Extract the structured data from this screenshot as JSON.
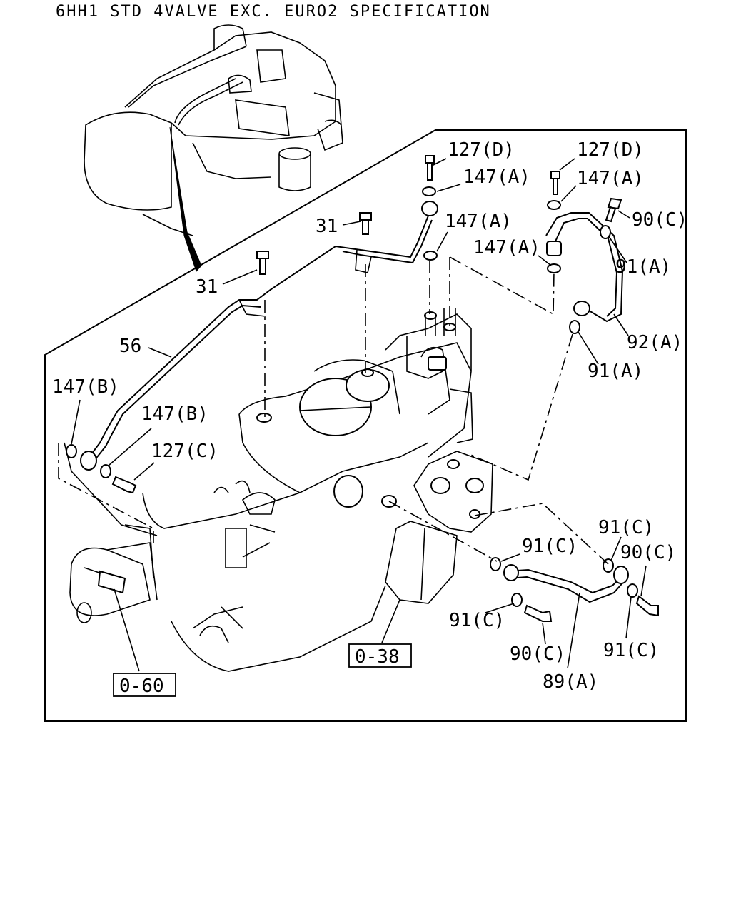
{
  "title": "6HH1 STD 4VALVE EXC. EURO2 SPECIFICATION",
  "callouts": [
    {
      "id": "c1",
      "text": "127(D)"
    },
    {
      "id": "c2",
      "text": "147(A)"
    },
    {
      "id": "c3",
      "text": "127(D)"
    },
    {
      "id": "c4",
      "text": "147(A)"
    },
    {
      "id": "c5",
      "text": "90(C)"
    },
    {
      "id": "c6",
      "text": "31"
    },
    {
      "id": "c7",
      "text": "147(A)"
    },
    {
      "id": "c8",
      "text": "147(A)"
    },
    {
      "id": "c9",
      "text": "91(A)"
    },
    {
      "id": "c10",
      "text": "31"
    },
    {
      "id": "c11",
      "text": "92(A)"
    },
    {
      "id": "c12",
      "text": "56"
    },
    {
      "id": "c13",
      "text": "91(A)"
    },
    {
      "id": "c14",
      "text": "147(B)"
    },
    {
      "id": "c15",
      "text": "147(B)"
    },
    {
      "id": "c16",
      "text": "127(C)"
    },
    {
      "id": "c17",
      "text": "91(C)"
    },
    {
      "id": "c18",
      "text": "91(C)"
    },
    {
      "id": "c19",
      "text": "90(C)"
    },
    {
      "id": "c20",
      "text": "91(C)"
    },
    {
      "id": "c21",
      "text": "90(C)"
    },
    {
      "id": "c22",
      "text": "91(C)"
    },
    {
      "id": "c23",
      "text": "89(A)"
    }
  ],
  "refs": [
    {
      "id": "r1",
      "text": "0-38"
    },
    {
      "id": "r2",
      "text": "0-60"
    }
  ]
}
